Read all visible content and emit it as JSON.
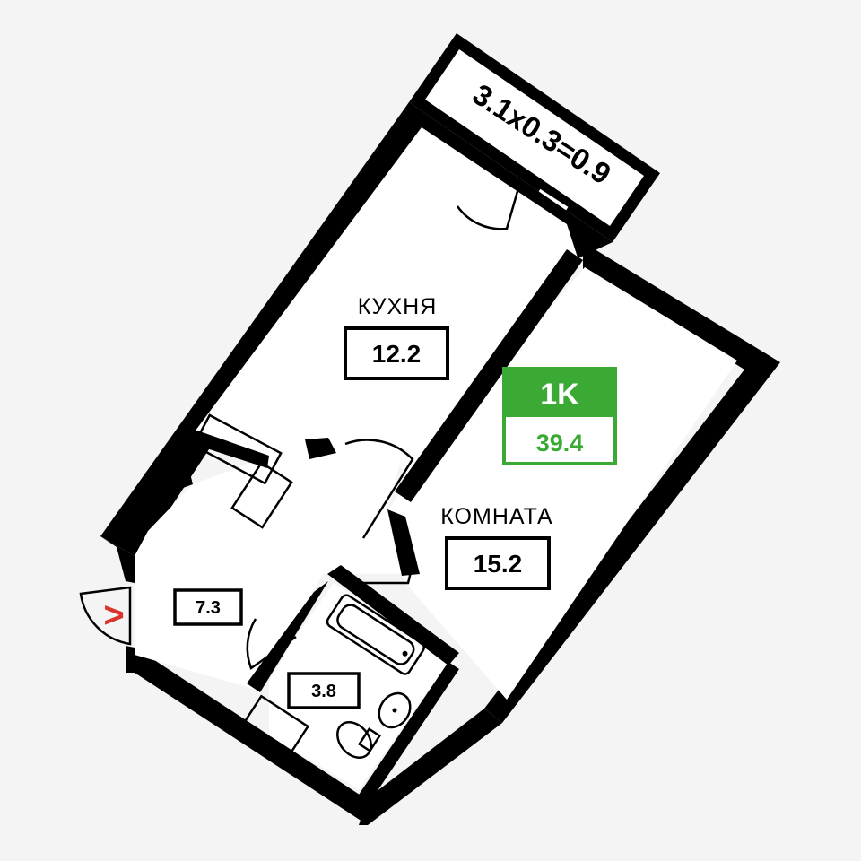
{
  "balcony": {
    "formula": "3.1x0.3=0.9"
  },
  "badge": {
    "type": "1K",
    "total_area": "39.4"
  },
  "rooms": {
    "kitchen": {
      "name": "КУХНЯ",
      "area": "12.2"
    },
    "room": {
      "name": "КОМНАТА",
      "area": "15.2"
    },
    "hall": {
      "area": "7.3"
    },
    "bath": {
      "area": "3.8"
    }
  },
  "entrance": {
    "marker": ">"
  },
  "colors": {
    "accent": "#3aaa35",
    "wall": "#000000",
    "entrance": "#d9342b"
  },
  "icons": [
    "door-swing-icon",
    "bathtub-icon",
    "sink-icon",
    "toilet-icon",
    "entrance-arrow-icon"
  ]
}
